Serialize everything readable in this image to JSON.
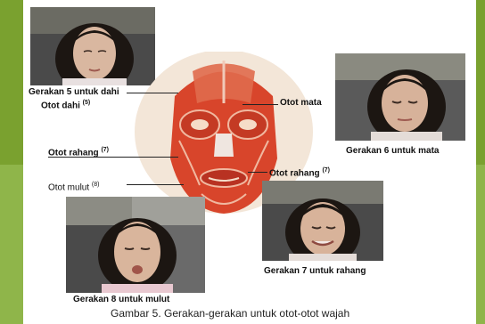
{
  "labels": {
    "gerakan5": "Gerakan 5 untuk dahi",
    "otot_dahi": "Otot dahi",
    "otot_dahi_num": "(5)",
    "otot_mata": "Otot mata",
    "gerakan6": "Gerakan 6 untuk mata",
    "otot_rahang_left": "Otot rahang",
    "otot_rahang_left_num": "(7)",
    "otot_rahang_right": "Otot rahang",
    "otot_rahang_right_num": "(7)",
    "otot_mulut": "Otot mulut",
    "otot_mulut_num": "(8)",
    "gerakan7": "Gerakan 7 untuk rahang",
    "gerakan8": "Gerakan 8 untuk mulut"
  },
  "caption": "Gambar 5. Gerakan-gerakan untuk otot-otot wajah",
  "colors": {
    "accent_bar": "#7aa12f",
    "muscle": "#d8452b"
  }
}
